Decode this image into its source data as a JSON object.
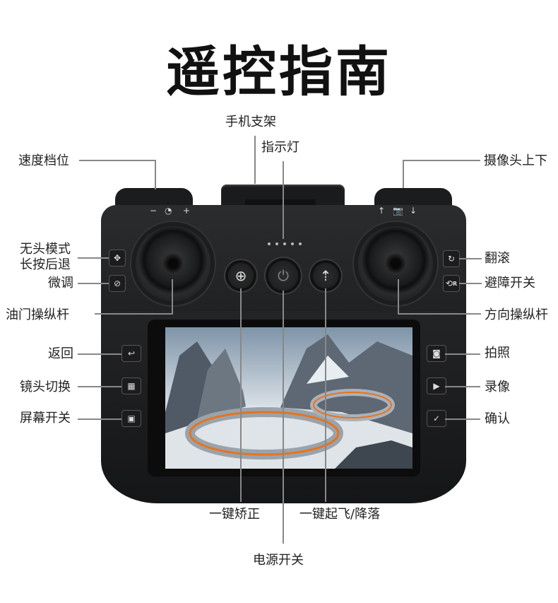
{
  "title": "遥控指南",
  "labels": {
    "phone_holder": "手机支架",
    "indicator": "指示灯",
    "speed": "速度档位",
    "camera_tilt": "摄像头上下",
    "headless_1": "无头模式",
    "headless_2": "长按后退",
    "trim": "微调",
    "throttle": "油门操纵杆",
    "flip": "翻滚",
    "obstacle": "避障开关",
    "direction": "方向操纵杆",
    "back": "返回",
    "lens_switch": "镜头切换",
    "screen_switch": "屏幕开关",
    "photo": "拍照",
    "video": "录像",
    "confirm": "确认",
    "calibrate": "一键矫正",
    "power": "电源开关",
    "takeoff_land": "一键起飞/降落"
  },
  "device_marks": {
    "speed_minus": "−",
    "speed_plus": "+",
    "obstacle_r": "R"
  },
  "colors": {
    "body": "#1f2022",
    "line": "#888888",
    "accent": "#e8731c"
  }
}
